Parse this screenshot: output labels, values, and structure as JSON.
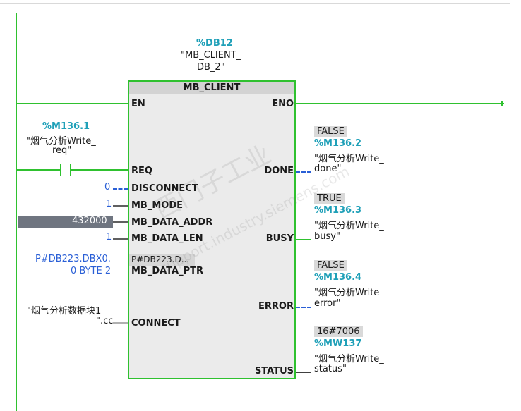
{
  "instance": {
    "address": "%DB12",
    "name_line1": "\"MB_CLIENT_",
    "name_line2": "DB_2\""
  },
  "block": {
    "title": "MB_CLIENT"
  },
  "inputs": {
    "en": "EN",
    "req": "REQ",
    "disconnect": "DISCONNECT",
    "mb_mode": "MB_MODE",
    "mb_data_addr": "MB_DATA_ADDR",
    "mb_data_len": "MB_DATA_LEN",
    "mb_data_ptr": "MB_DATA_PTR",
    "connect": "CONNECT"
  },
  "outputs": {
    "eno": "ENO",
    "done": "DONE",
    "busy": "BUSY",
    "error": "ERROR",
    "status": "STATUS"
  },
  "req_contact": {
    "address": "%M136.1",
    "name_line1": "\"烟气分析Write_",
    "name_line2": "req\""
  },
  "params": {
    "disconnect_value": "0",
    "mb_mode_value": "1",
    "mb_data_addr_value": "432000",
    "mb_data_len_value": "1",
    "mb_data_ptr_line1": "P#DB223.DBX0.",
    "mb_data_ptr_line2": "0 BYTE 2",
    "mb_data_ptr_inside": "P#DB223.D...",
    "connect_line1": "\"烟气分析数据块1",
    "connect_line2": "\".cc"
  },
  "done_out": {
    "value": "FALSE",
    "address": "%M136.2",
    "name_line1": "\"烟气分析Write_",
    "name_line2": "done\""
  },
  "busy_out": {
    "value": "TRUE",
    "address": "%M136.3",
    "name_line1": "\"烟气分析Write_",
    "name_line2": "busy\""
  },
  "error_out": {
    "value": "FALSE",
    "address": "%M136.4",
    "name_line1": "\"烟气分析Write_",
    "name_line2": "error\""
  },
  "status_out": {
    "value": "16#7006",
    "address": "%MW137",
    "name_line1": "\"烟气分析Write_",
    "name_line2": "status\""
  },
  "watermark": {
    "line1": "西门子工业",
    "line2": "support.industry.siemens.com"
  },
  "colors": {
    "power_flow": "#2fc12f",
    "tag": "#1fa0b8",
    "const": "#2a5fd6",
    "block_bg": "#ebebeb"
  }
}
